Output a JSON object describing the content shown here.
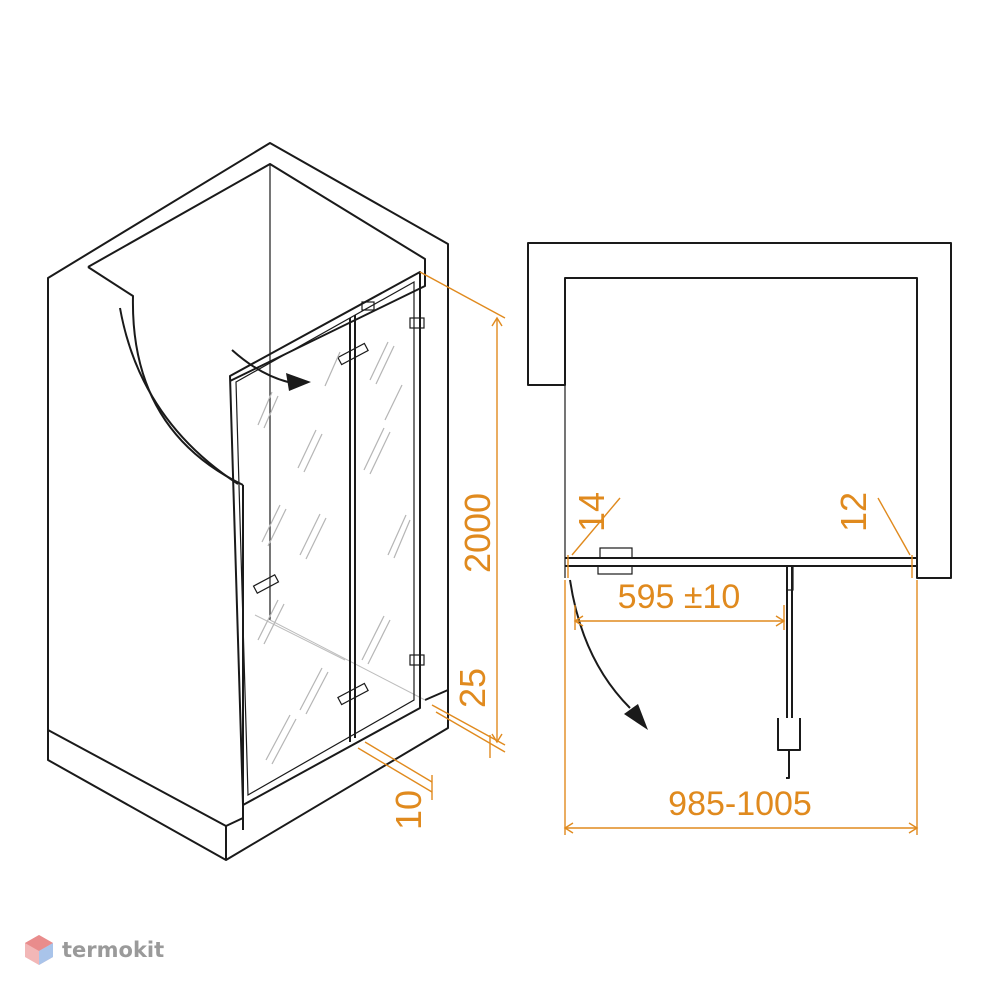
{
  "dimensions": {
    "height": "2000",
    "bottom_offset": "25",
    "threshold": "10",
    "wall_gap_left": "14",
    "wall_gap_right": "12",
    "door_width": "595 ±10",
    "total_width": "985-1005"
  },
  "watermark": {
    "text": "termokit"
  },
  "colors": {
    "dimension": "#e08a1e",
    "line": "#1a1a1a",
    "watermark": "#9a9a9a"
  }
}
